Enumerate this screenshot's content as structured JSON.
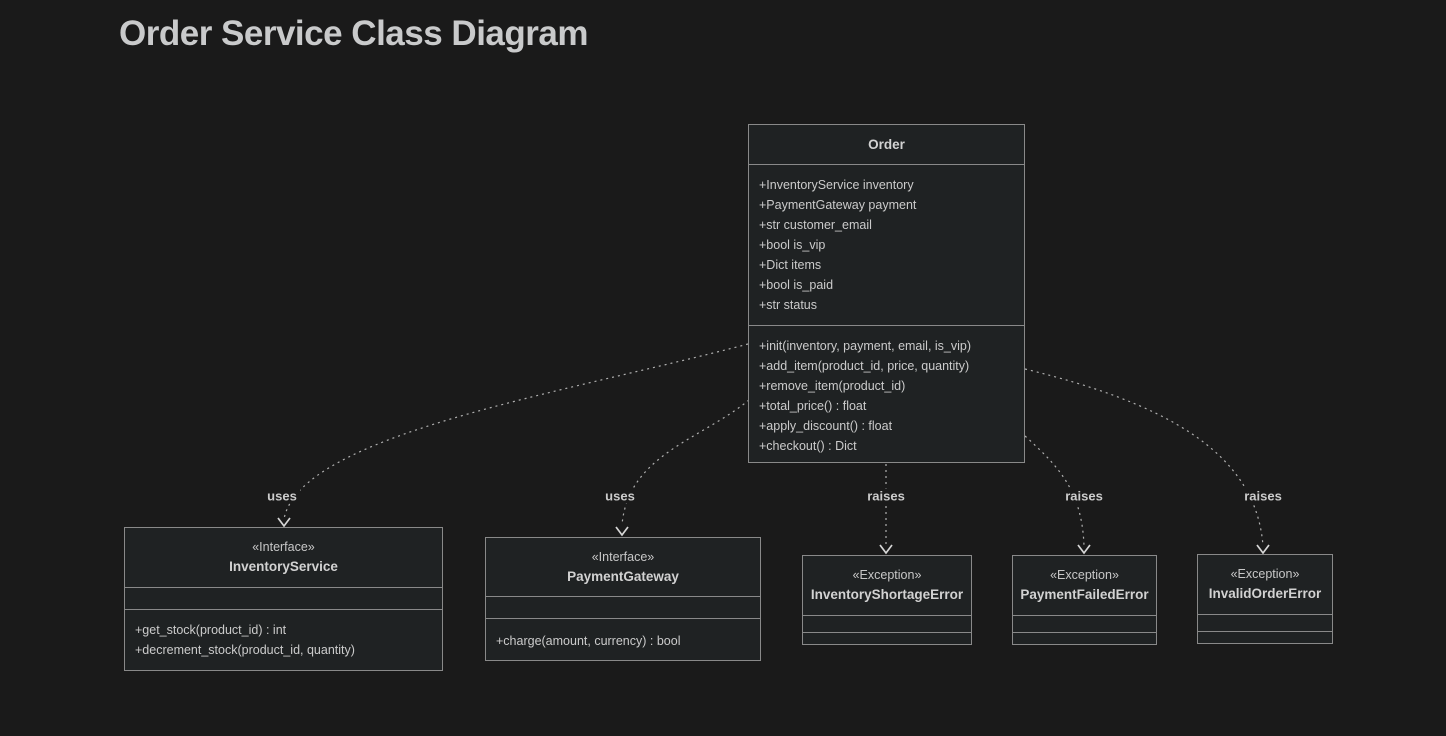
{
  "page": {
    "title": "Order Service Class Diagram"
  },
  "colors": {
    "background": "#1a1a1a",
    "box_fill": "#1f2223",
    "box_border": "#898989",
    "text": "#cccccc",
    "edge_line": "#b0b0b0"
  },
  "classes": [
    {
      "name": "Order",
      "stereotype": "",
      "attributes": [
        "+InventoryService inventory",
        "+PaymentGateway payment",
        "+str customer_email",
        "+bool is_vip",
        "+Dict items",
        "+bool is_paid",
        "+str status"
      ],
      "methods": [
        "+init(inventory, payment, email, is_vip)",
        "+add_item(product_id, price, quantity)",
        "+remove_item(product_id)",
        "+total_price() : float",
        "+apply_discount() : float",
        "+checkout() : Dict"
      ]
    },
    {
      "name": "InventoryService",
      "stereotype": "«Interface»",
      "attributes": [],
      "methods": [
        "+get_stock(product_id) : int",
        "+decrement_stock(product_id, quantity)"
      ]
    },
    {
      "name": "PaymentGateway",
      "stereotype": "«Interface»",
      "attributes": [],
      "methods": [
        "+charge(amount, currency) : bool"
      ]
    },
    {
      "name": "InventoryShortageError",
      "stereotype": "«Exception»",
      "attributes": [],
      "methods": []
    },
    {
      "name": "PaymentFailedError",
      "stereotype": "«Exception»",
      "attributes": [],
      "methods": []
    },
    {
      "name": "InvalidOrderError",
      "stereotype": "«Exception»",
      "attributes": [],
      "methods": []
    }
  ],
  "edges": [
    {
      "from": "Order",
      "to": "InventoryService",
      "label": "uses"
    },
    {
      "from": "Order",
      "to": "PaymentGateway",
      "label": "uses"
    },
    {
      "from": "Order",
      "to": "InventoryShortageError",
      "label": "raises"
    },
    {
      "from": "Order",
      "to": "PaymentFailedError",
      "label": "raises"
    },
    {
      "from": "Order",
      "to": "InvalidOrderError",
      "label": "raises"
    }
  ]
}
